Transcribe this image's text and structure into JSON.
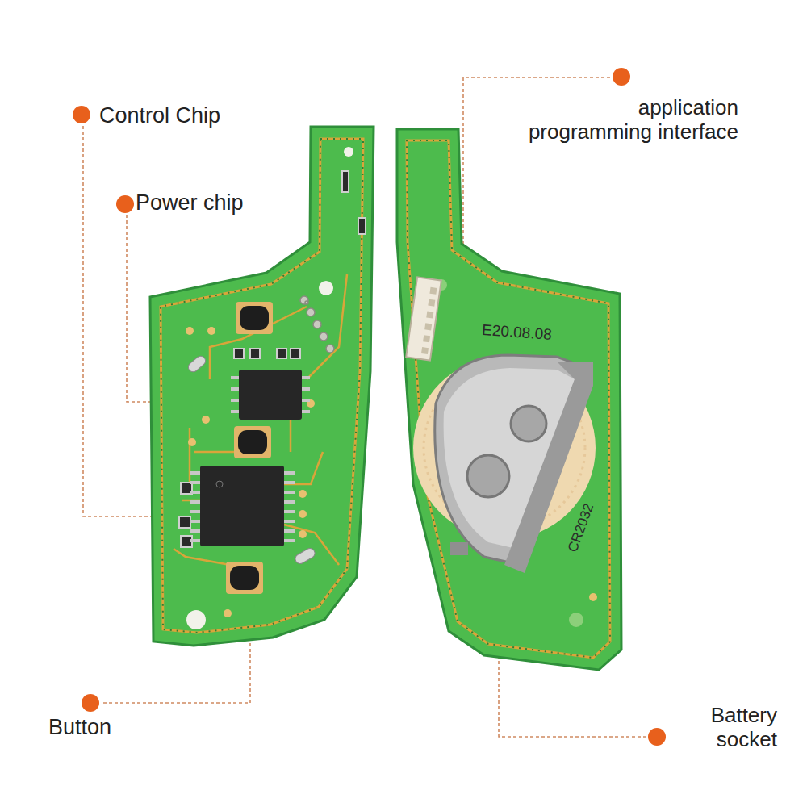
{
  "diagram": {
    "labels": [
      "Control Chip",
      "Power chip",
      "Button",
      "application programming interface",
      "Battery socket",
      "E20.08.08",
      "CR2032"
    ]
  }
}
